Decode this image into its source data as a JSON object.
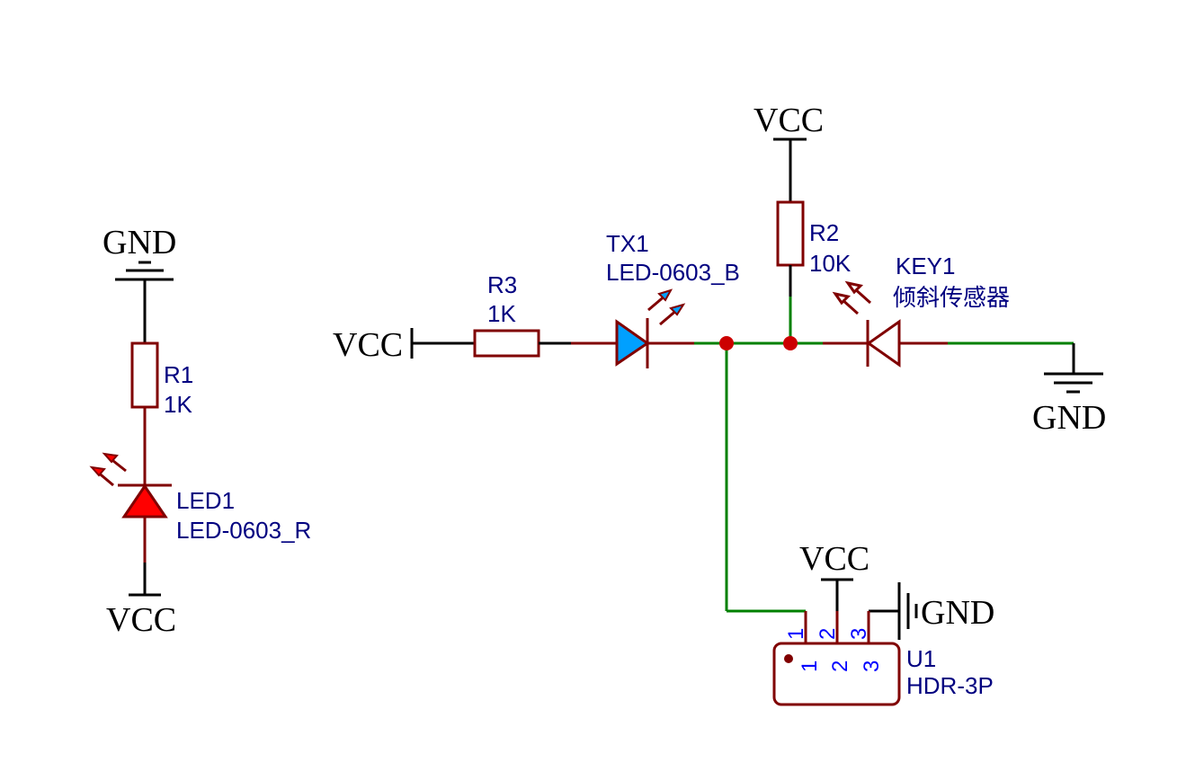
{
  "colors": {
    "wire": "#008000",
    "component": "#800000",
    "junction": "#cc0000",
    "led_red_fill": "#ff0000",
    "led_blue_fill": "#00a0ff",
    "label_text": "#000080",
    "pin_text": "#0000ff",
    "net_text": "#000000"
  },
  "power_ports": {
    "gnd_left": "GND",
    "vcc_left_bottom": "VCC",
    "vcc_r3": "VCC",
    "vcc_top": "VCC",
    "gnd_right": "GND",
    "vcc_u1": "VCC",
    "gnd_u1": "GND"
  },
  "components": {
    "r1": {
      "designator": "R1",
      "value": "1K"
    },
    "led1": {
      "designator": "LED1",
      "value": "LED-0603_R"
    },
    "r3": {
      "designator": "R3",
      "value": "1K"
    },
    "tx1": {
      "designator": "TX1",
      "value": "LED-0603_B"
    },
    "r2": {
      "designator": "R2",
      "value": "10K"
    },
    "key1": {
      "designator": "KEY1",
      "value": "倾斜传感器"
    },
    "u1": {
      "designator": "U1",
      "value": "HDR-3P",
      "pins_outer": [
        "1",
        "2",
        "3"
      ],
      "pins_inner": [
        "1",
        "2",
        "3"
      ]
    }
  }
}
